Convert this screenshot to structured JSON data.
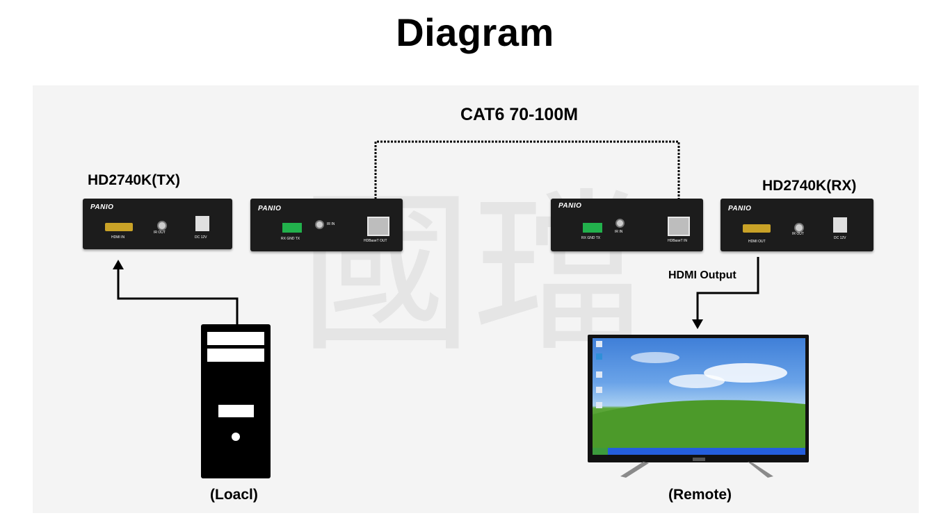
{
  "title": "Diagram",
  "cable_label": "CAT6 70-100M",
  "tx_label": "HD2740K(TX)",
  "rx_label": "HD2740K(RX)",
  "hdmi_output_label": "HDMI Output",
  "local_label": "(Loacl)",
  "remote_label": "(Remote)",
  "watermark": "國璫",
  "tx_front": {
    "brand": "PANIO",
    "ports": [
      "HDMI IN",
      "IR OUT",
      "DC 12V"
    ]
  },
  "tx_back": {
    "brand": "PANIO",
    "ports": [
      "RX GND TX",
      "IR IN",
      "HDBaseT OUT"
    ]
  },
  "rx_back": {
    "brand": "PANIO",
    "ports": [
      "RX GND TX",
      "IR IN",
      "HDBaseT IN"
    ]
  },
  "rx_front": {
    "brand": "PANIO",
    "ports": [
      "HDMI OUT",
      "IR OUT",
      "DC 12V"
    ]
  },
  "colors": {
    "device": "#1c1c1c",
    "terminal": "#22b14c",
    "monitor_screen": "#4a86d8"
  }
}
